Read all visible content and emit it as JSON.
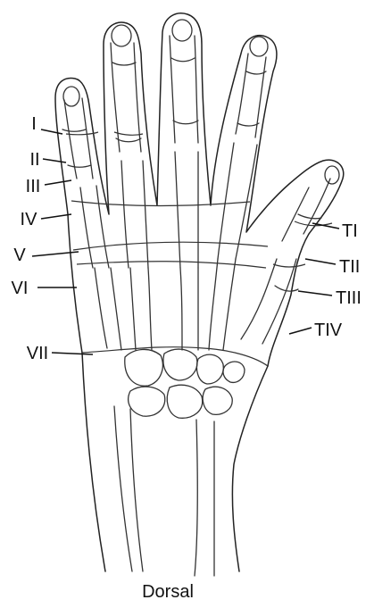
{
  "figure": {
    "caption": "Dorsal",
    "finger_zone_labels": [
      "I",
      "II",
      "III",
      "IV",
      "V",
      "VI",
      "VII"
    ],
    "thumb_zone_labels": [
      "TI",
      "TII",
      "TIII",
      "TIV"
    ]
  }
}
